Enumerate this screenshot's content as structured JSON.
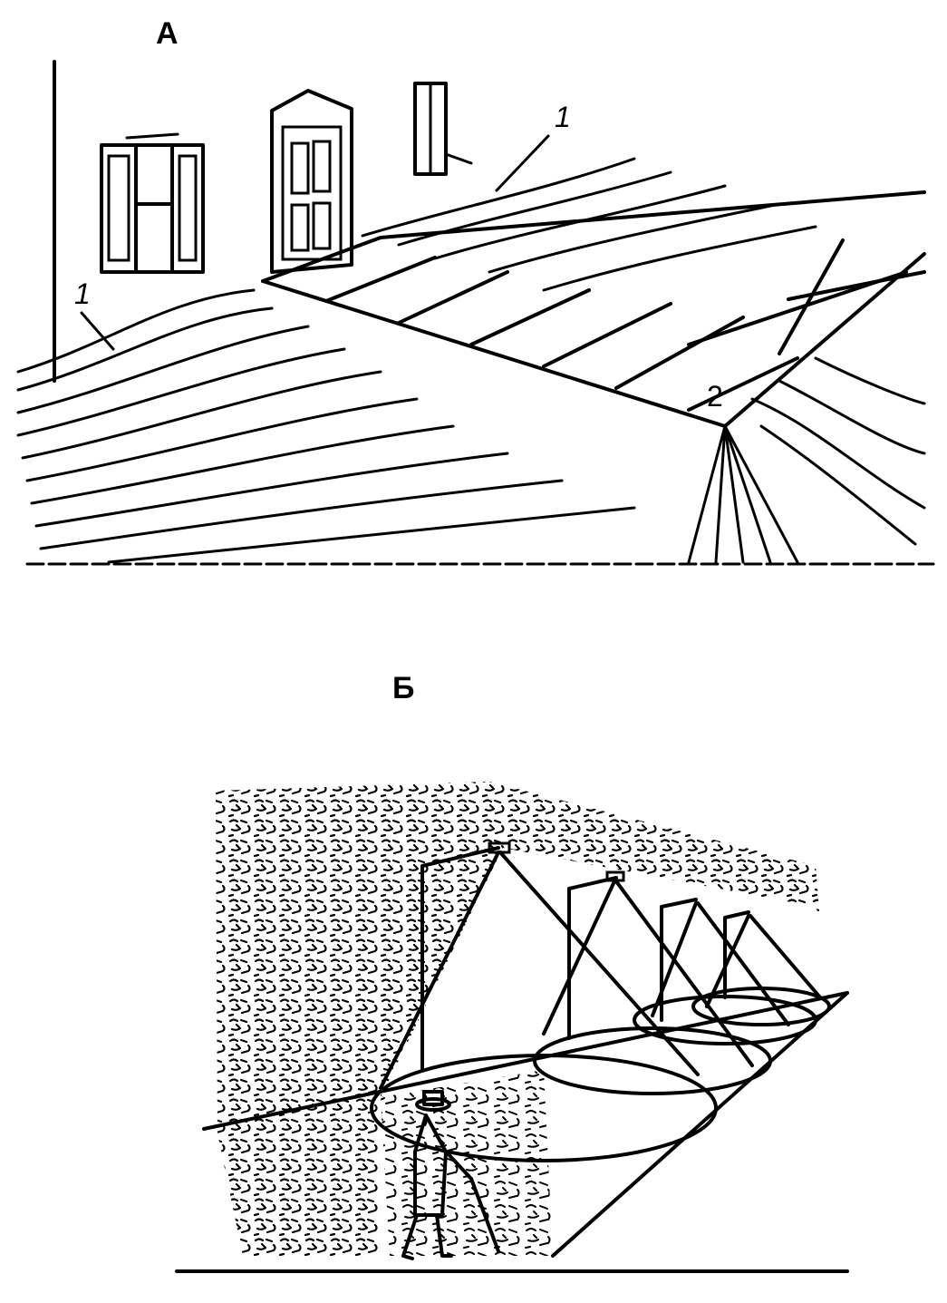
{
  "panels": [
    {
      "letter": "А",
      "callouts": [
        "1",
        "1",
        "2"
      ]
    },
    {
      "letter": "Б"
    }
  ]
}
